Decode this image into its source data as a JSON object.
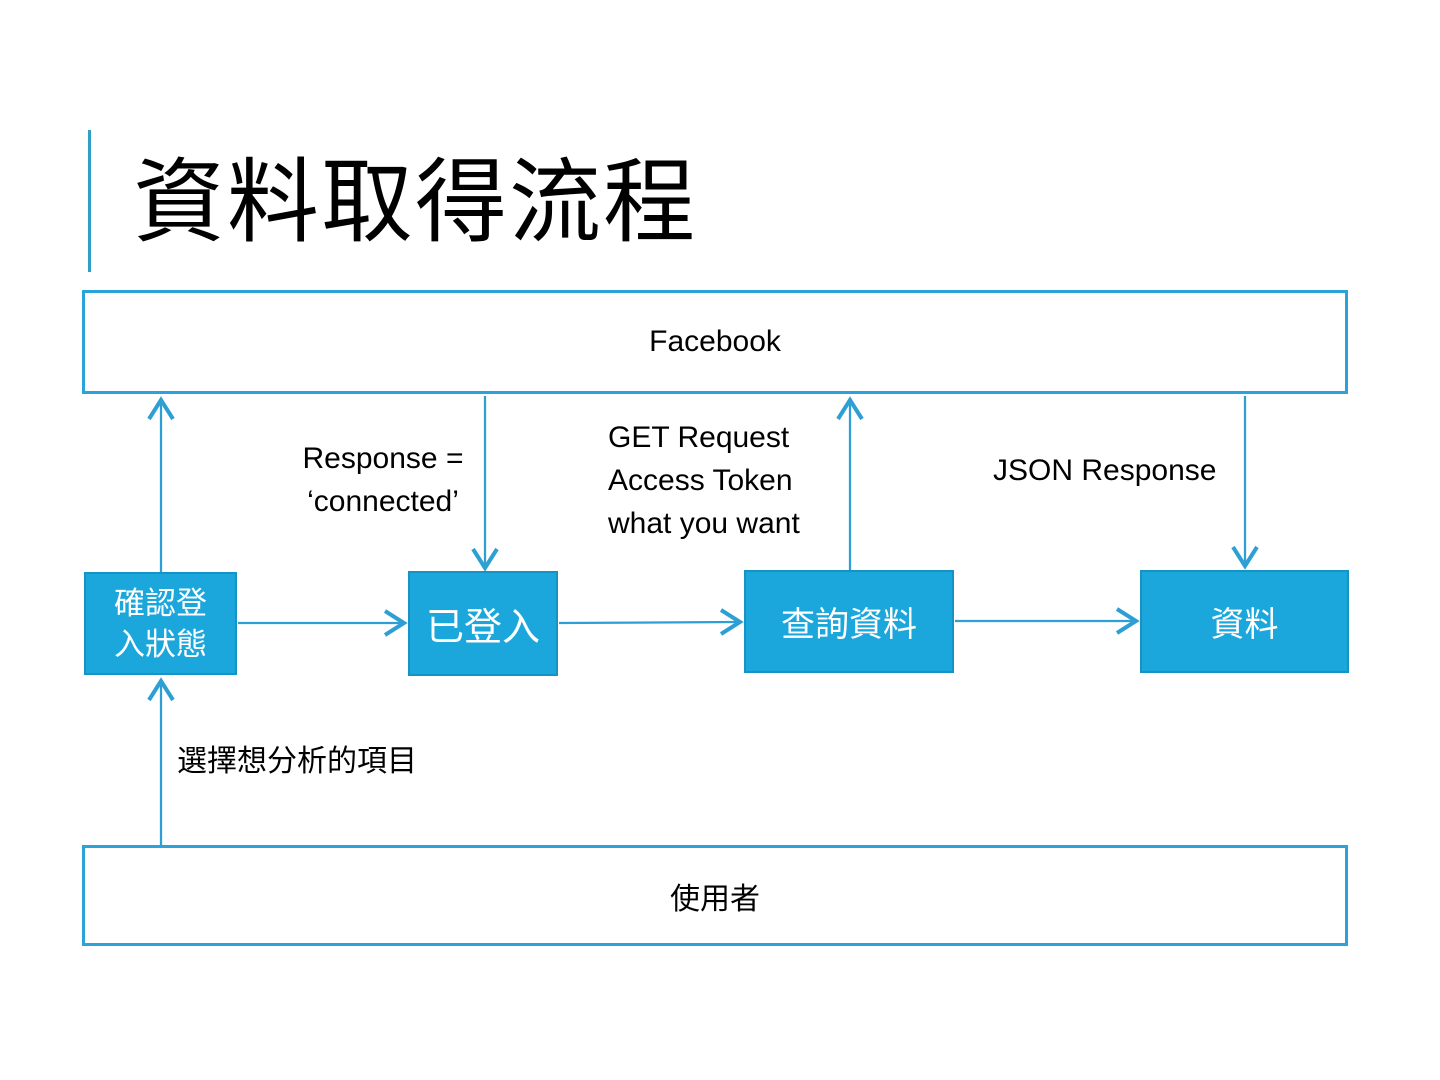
{
  "title": "資料取得流程",
  "diagram": {
    "facebook": {
      "label": "Facebook"
    },
    "user": {
      "label": "使用者"
    },
    "nodes": {
      "check_login": {
        "line1": "確認登",
        "line2": "入狀態"
      },
      "logged_in": {
        "label": "已登入"
      },
      "query_data": {
        "label": "查詢資料"
      },
      "data": {
        "label": "資料"
      }
    },
    "annotations": {
      "response_line1": "Response =",
      "response_line2": "‘connected’",
      "get_request_line1": "GET Request",
      "get_request_line2": "Access Token",
      "get_request_line3": "what you want",
      "json_response": "JSON Response",
      "select_items": "選擇想分析的項目"
    }
  },
  "colors": {
    "node_fill": "#1CA7DC",
    "node_border": "#1493C4",
    "outline_border": "#29A3D9",
    "arrow": "#2E9FD4",
    "accent_line": "#31A0C6",
    "text": "#000000"
  }
}
